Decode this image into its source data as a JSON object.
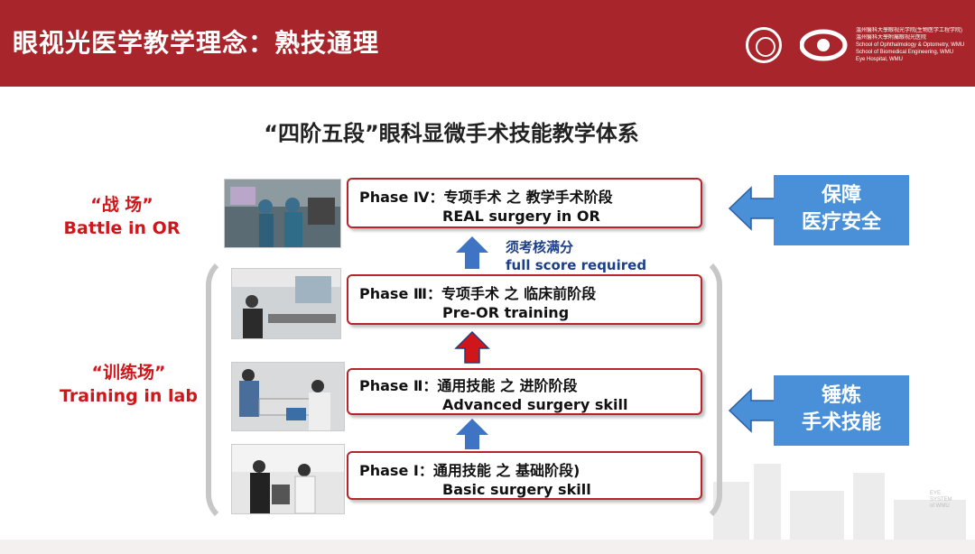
{
  "header": {
    "title": "眼视光医学教学理念：熟技通理",
    "logo_text": [
      "温州醫科大學眼视光学院(生物医学工程学院)",
      "温州醫科大學附屬眼视光医院",
      "School of Ophthalmology & Optometry, WMU",
      "School of Biomedical Engineering, WMU",
      "Eye Hospital, WMU"
    ]
  },
  "subtitle": "“四阶五段”眼科显微手术技能教学体系",
  "labels": {
    "battle_cn": "“战 场”",
    "battle_en": "Battle in OR",
    "train_cn": "“训练场”",
    "train_en": "Training in lab"
  },
  "phases": [
    {
      "line1": "Phase Ⅳ：专项手术 之 教学手术阶段",
      "line2": "REAL surgery in OR"
    },
    {
      "line1": "Phase Ⅲ：专项手术 之 临床前阶段",
      "line2": "Pre-OR training"
    },
    {
      "line1": "Phase Ⅱ：通用技能 之 进阶阶段",
      "line2": "Advanced surgery skill"
    },
    {
      "line1": "Phase Ⅰ：通用技能 之 基础阶段)",
      "line2": "Basic surgery skill"
    }
  ],
  "requirement": {
    "cn": "须考核满分",
    "en": "full score required"
  },
  "callouts": [
    {
      "line1": "保障",
      "line2": "医疗安全"
    },
    {
      "line1": "锤炼",
      "line2": "手术技能"
    }
  ],
  "watermark": [
    "EYE",
    "SYSTEM",
    "of WMU"
  ],
  "colors": {
    "header_red": "#a8262b",
    "label_red": "#d0161b",
    "arrow_blue": "#3f74c5",
    "arrow_red": "#d0161b",
    "callout_blue": "#4a90d9",
    "requirement_blue": "#1d3f8a"
  }
}
